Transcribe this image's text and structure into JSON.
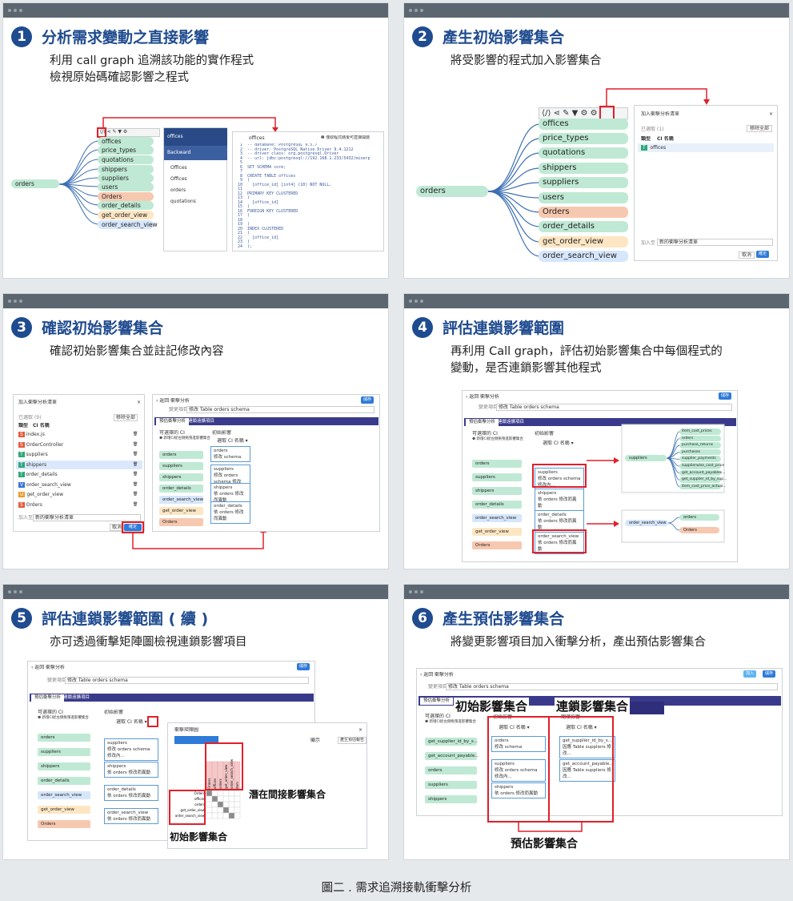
{
  "panels": [
    {
      "num": "1",
      "title": "分析需求變動之直接影響",
      "desc": [
        "利用 call graph 追溯該功能的實作程式",
        "檢視原始碼確認影響之程式"
      ]
    },
    {
      "num": "2",
      "title": "產生初始影響集合",
      "desc": [
        "將受影響的程式加入影響集合"
      ]
    },
    {
      "num": "3",
      "title": "確認初始影響集合",
      "desc": [
        "確認初始影響集合並註記修改內容"
      ]
    },
    {
      "num": "4",
      "title": "評估連鎖影響範圍",
      "desc": [
        "再利用 Call graph，評估初始影響集合中每個程式的",
        "變動，是否連鎖影響其他程式"
      ]
    },
    {
      "num": "5",
      "title": "評估連鎖影響範圍 ( 續 )",
      "desc": [
        "亦可透過衝擊矩陣圖檢視連鎖影響項目"
      ]
    },
    {
      "num": "6",
      "title": "產生預估影響集合",
      "desc": [
        "將變更影響項目加入衝擊分析，產出預估影響集合"
      ]
    }
  ],
  "callgraph": {
    "root": "orders",
    "nodes": [
      "offices",
      "price_types",
      "quotations",
      "shippers",
      "suppliers",
      "users",
      "Orders",
      "order_details",
      "get_order_view",
      "order_search_view"
    ]
  },
  "p1": {
    "offices_header": "offices",
    "backward": "Backward",
    "rows": [
      "Offices",
      "Offices",
      "orders",
      "quotations"
    ],
    "file": "offices",
    "file_note": "❶ 僅取程式碼後可直接開啟",
    "code": [
      "-- database: PostgreSQL 9.5.7",
      "-- driver: PostgreSQL Native Driver 9.4.1212",
      "-- driver class: org.postgresql.Driver",
      "-- url: jdbc:postgresql://192.168.1.233/5432/mixerp",
      "",
      "SET SCHEMA core;",
      "",
      "CREATE TABLE offices",
      "(",
      "  [office_id] [int4] (10) NOT NULL,",
      "",
      "PRIMARY KEY CLUSTERED",
      "(",
      "  [office_id]",
      ")",
      "FOREIGN KEY CLUSTERED",
      "(",
      "",
      ")",
      "INDEX CLUSTERED",
      "(",
      "  [office_id]",
      ")",
      ");"
    ]
  },
  "p2": {
    "dialog_title": "加入衝擊分析清單",
    "selected": "已選取 (1)",
    "remove_all": "移除全部",
    "col_type": "類型",
    "col_name": "CI 名稱",
    "row_type": "T",
    "row_name": "offices",
    "add_to": "加入至",
    "add_select": "新的衝擊分析清單",
    "cancel": "取消",
    "ok": "確定"
  },
  "p3": {
    "dialog_title": "加入衝擊分析清單",
    "selected": "已選取 (9)",
    "remove_all": "移除全部",
    "col_type": "類型",
    "col_name": "CI 名稱",
    "rows": [
      {
        "t": "S",
        "n": "index.js"
      },
      {
        "t": "S",
        "n": "OrderController"
      },
      {
        "t": "T",
        "n": "suppliers"
      },
      {
        "t": "T",
        "n": "shippers"
      },
      {
        "t": "T",
        "n": "order_details"
      },
      {
        "t": "V",
        "n": "order_search_view"
      },
      {
        "t": "U",
        "n": "get_order_view"
      },
      {
        "t": "S",
        "n": "Orders"
      }
    ],
    "add_to": "加入至",
    "add_select": "新的衝擊分析清單",
    "cancel": "取消",
    "ok": "確定"
  },
  "app": {
    "back": "‹ 返回",
    "title": "衝擊分析",
    "name_label": "變更項目",
    "name_value": "修改 Table orders schema",
    "toggle": "儲存",
    "save": "儲存",
    "tab1": "預估衝擊分析",
    "tab2": "連鎖遠擴項目",
    "cand": "可選擇的 CI",
    "cand_hint": "❶ 新增CI從左側拖曳進影響集合",
    "init": "初始影響",
    "sort": "選取 CI 名稱 ▾",
    "chain": "間接影響",
    "note_edit": "修改 schema",
    "note_change": "修改 orders schema 修改內...",
    "note_eff": "依 orders 修改而異動"
  },
  "p4": {
    "left": [
      "orders",
      "suppliers",
      "shippers",
      "order_details",
      "order_search_view",
      "get_order_view",
      "Orders"
    ],
    "mid": [
      "suppliers",
      "shippers",
      "order_details",
      "order_search_view"
    ],
    "graph1_root": "suppliers",
    "graph1": [
      "item_cost_prices",
      "orders",
      "purchase_returns",
      "purchases",
      "supplier_payments",
      "supplierwise_cost_price",
      "get_account_payables...",
      "get_supplier_id_by_sup...",
      "item_cost_price_actual..."
    ],
    "graph2_root": "order_search_view",
    "graph2": [
      "orders",
      "Orders"
    ]
  },
  "p5": {
    "left": [
      "orders",
      "suppliers",
      "shippers",
      "order_details",
      "order_search_view",
      "get_order_view",
      "Orders"
    ],
    "mid": [
      "suppliers",
      "shippers",
      "order_details",
      "order_search_view"
    ],
    "matrix_title": "衝擊矩陣圖",
    "toggle": "顯示",
    "toggle_btn": "產生預估報告",
    "rows": [
      "Orders",
      "offices",
      "orders",
      "get_order_view",
      "order_search_view"
    ],
    "cols": [
      "Orders",
      "offices",
      "orders",
      "get_order_view",
      "order_search_view",
      "item"
    ],
    "label_indirect": "潛在間接影響集合",
    "label_init": "初始影響集合"
  },
  "p6": {
    "left": [
      "get_supplier_id_by_s...",
      "get_account_payable...",
      "orders",
      "suppliers",
      "shippers"
    ],
    "init": "初始影響",
    "init_cards": [
      "orders",
      "suppliers",
      "shippers"
    ],
    "chain": "間接影響",
    "chain_cards": [
      "get_supplier_id_by_s...",
      "get_account_payable..."
    ],
    "chain_note": "因應 Table suppliers 修改...",
    "label_init": "初始影響集合",
    "label_chain": "連鎖影響集合",
    "label_est": "預估影響集合",
    "btn1": "加入",
    "btn2": "儲存"
  },
  "caption": "圖二 . 需求追溯接軌衝擊分析",
  "colors": {
    "accent": "#1f4b8f",
    "highlight": "#e0202a",
    "green": "#bfe9d4",
    "orange": "#f7c8b0",
    "yellow": "#fde6c3",
    "blue": "#d6e6fb"
  }
}
